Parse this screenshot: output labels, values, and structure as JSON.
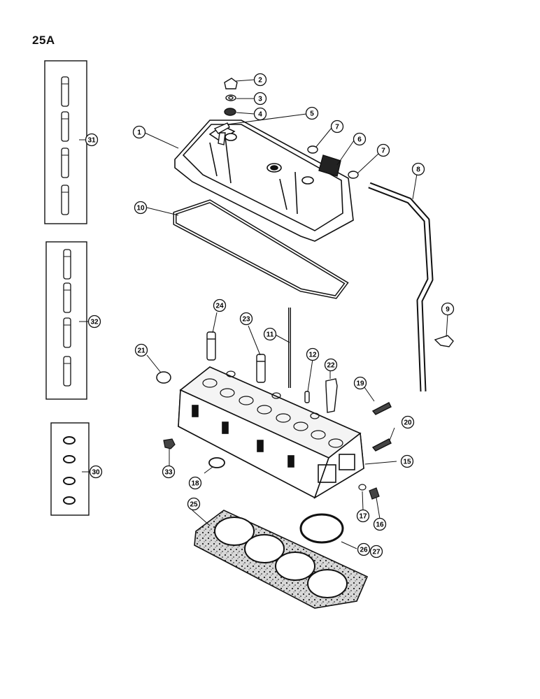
{
  "page": {
    "number": "25A"
  },
  "callouts": [
    {
      "id": "c1",
      "label": "1"
    },
    {
      "id": "c2",
      "label": "2"
    },
    {
      "id": "c3",
      "label": "3"
    },
    {
      "id": "c4",
      "label": "4"
    },
    {
      "id": "c5",
      "label": "5"
    },
    {
      "id": "c6",
      "label": "6"
    },
    {
      "id": "c7a",
      "label": "7"
    },
    {
      "id": "c7b",
      "label": "7"
    },
    {
      "id": "c8",
      "label": "8"
    },
    {
      "id": "c9",
      "label": "9"
    },
    {
      "id": "c10",
      "label": "10"
    },
    {
      "id": "c11",
      "label": "11"
    },
    {
      "id": "c12",
      "label": "12"
    },
    {
      "id": "c15",
      "label": "15"
    },
    {
      "id": "c16",
      "label": "16"
    },
    {
      "id": "c17",
      "label": "17"
    },
    {
      "id": "c18",
      "label": "18"
    },
    {
      "id": "c19",
      "label": "19"
    },
    {
      "id": "c20",
      "label": "20"
    },
    {
      "id": "c21",
      "label": "21"
    },
    {
      "id": "c22",
      "label": "22"
    },
    {
      "id": "c23",
      "label": "23"
    },
    {
      "id": "c24",
      "label": "24"
    },
    {
      "id": "c25",
      "label": "25"
    },
    {
      "id": "c26",
      "label": "26"
    },
    {
      "id": "c27",
      "label": "27"
    },
    {
      "id": "c30",
      "label": "30"
    },
    {
      "id": "c31",
      "label": "31"
    },
    {
      "id": "c32",
      "label": "32"
    },
    {
      "id": "c33",
      "label": "33"
    }
  ]
}
